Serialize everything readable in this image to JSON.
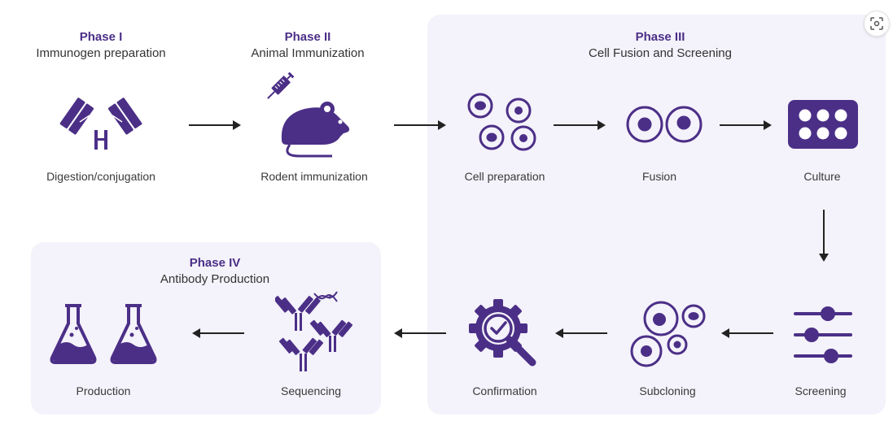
{
  "phases": {
    "p1": {
      "name": "Phase I",
      "subtitle": "Immunogen preparation"
    },
    "p2": {
      "name": "Phase II",
      "subtitle": "Animal Immunization"
    },
    "p3": {
      "name": "Phase III",
      "subtitle": "Cell Fusion and Screening"
    },
    "p4": {
      "name": "Phase IV",
      "subtitle": "Antibody Production"
    }
  },
  "steps": {
    "digestion": "Digestion/conjugation",
    "rodent": "Rodent immunization",
    "cell_prep": "Cell preparation",
    "fusion": "Fusion",
    "culture": "Culture",
    "screening": "Screening",
    "subcloning": "Subcloning",
    "confirmation": "Confirmation",
    "sequencing": "Sequencing",
    "production": "Production"
  },
  "icons": {
    "antibody": "antibody-icon",
    "mouse": "mouse-icon",
    "syringe": "syringe-icon",
    "cells": "cells-icon",
    "fusion": "fusion-cells-icon",
    "culture": "culture-plate-icon",
    "sliders": "sliders-icon",
    "subcloning": "subcloning-cells-icon",
    "gear_magnifier": "gear-magnifier-icon",
    "antibody_dna": "antibody-dna-icon",
    "flasks": "flask-icon",
    "scan": "scan-icon"
  },
  "colors": {
    "primary": "#4b2f87",
    "panel_bg": "#f4f2fa",
    "arrow": "#222222",
    "text": "#3a3a3a"
  }
}
